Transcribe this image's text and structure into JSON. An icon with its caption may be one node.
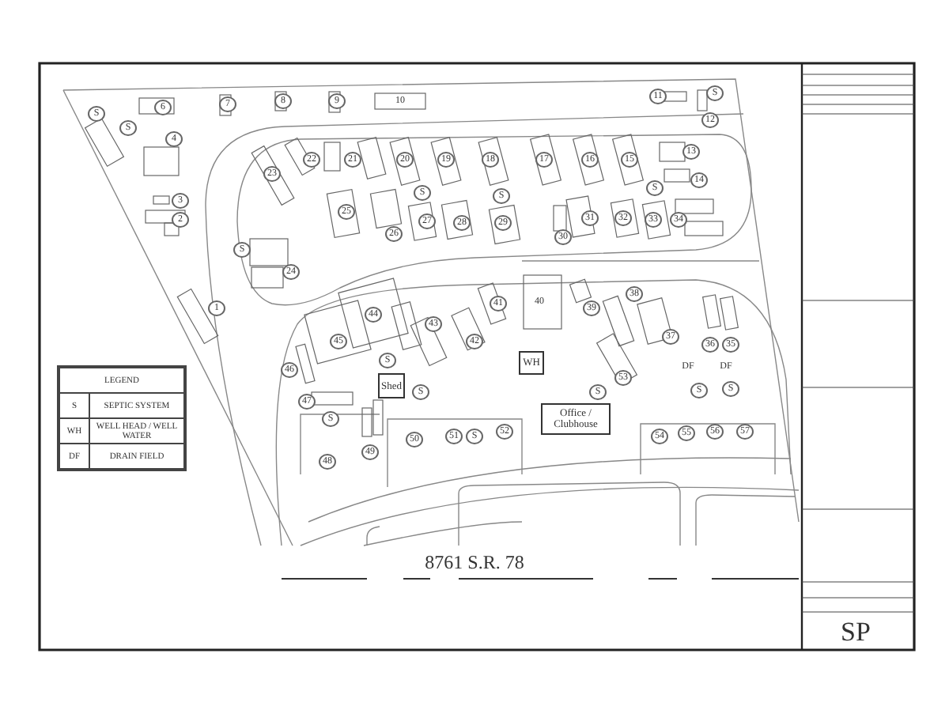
{
  "diagram": {
    "nodes": [
      {
        "text": [
          "Shed"
        ]
      },
      {
        "text": [
          "WH"
        ]
      },
      {
        "text": [
          "Office / Clubhouse"
        ]
      }
    ],
    "edges": [],
    "labels": [
      "S",
      "6",
      "7",
      "8",
      "9",
      "10",
      "11",
      "S",
      "12",
      "S",
      "4",
      "13",
      "23",
      "22",
      "21",
      "20",
      "19",
      "18",
      "17",
      "16",
      "15",
      "14",
      "S",
      "S",
      "S",
      "3",
      "25",
      "2",
      "27",
      "28",
      "29",
      "31",
      "32",
      "33",
      "34",
      "26",
      "30",
      "S",
      "24",
      "38",
      "41",
      "40",
      "1",
      "39",
      "44",
      "43",
      "37",
      "45",
      "42",
      "36",
      "35",
      "S",
      "DF",
      "DF",
      "46",
      "53",
      "S",
      "S",
      "S",
      "S",
      "47",
      "S",
      "52",
      "55",
      "56",
      "57",
      "51",
      "S",
      "54",
      "50",
      "49",
      "48",
      "8761 S.R. 78",
      "SP",
      "LEGEND",
      "S",
      "WH",
      "DF"
    ],
    "legend": [
      {
        "text": "SEPTIC SYSTEM"
      },
      {
        "text": "WELL HEAD / WELL WATER"
      },
      {
        "text": "DRAIN FIELD"
      }
    ]
  }
}
